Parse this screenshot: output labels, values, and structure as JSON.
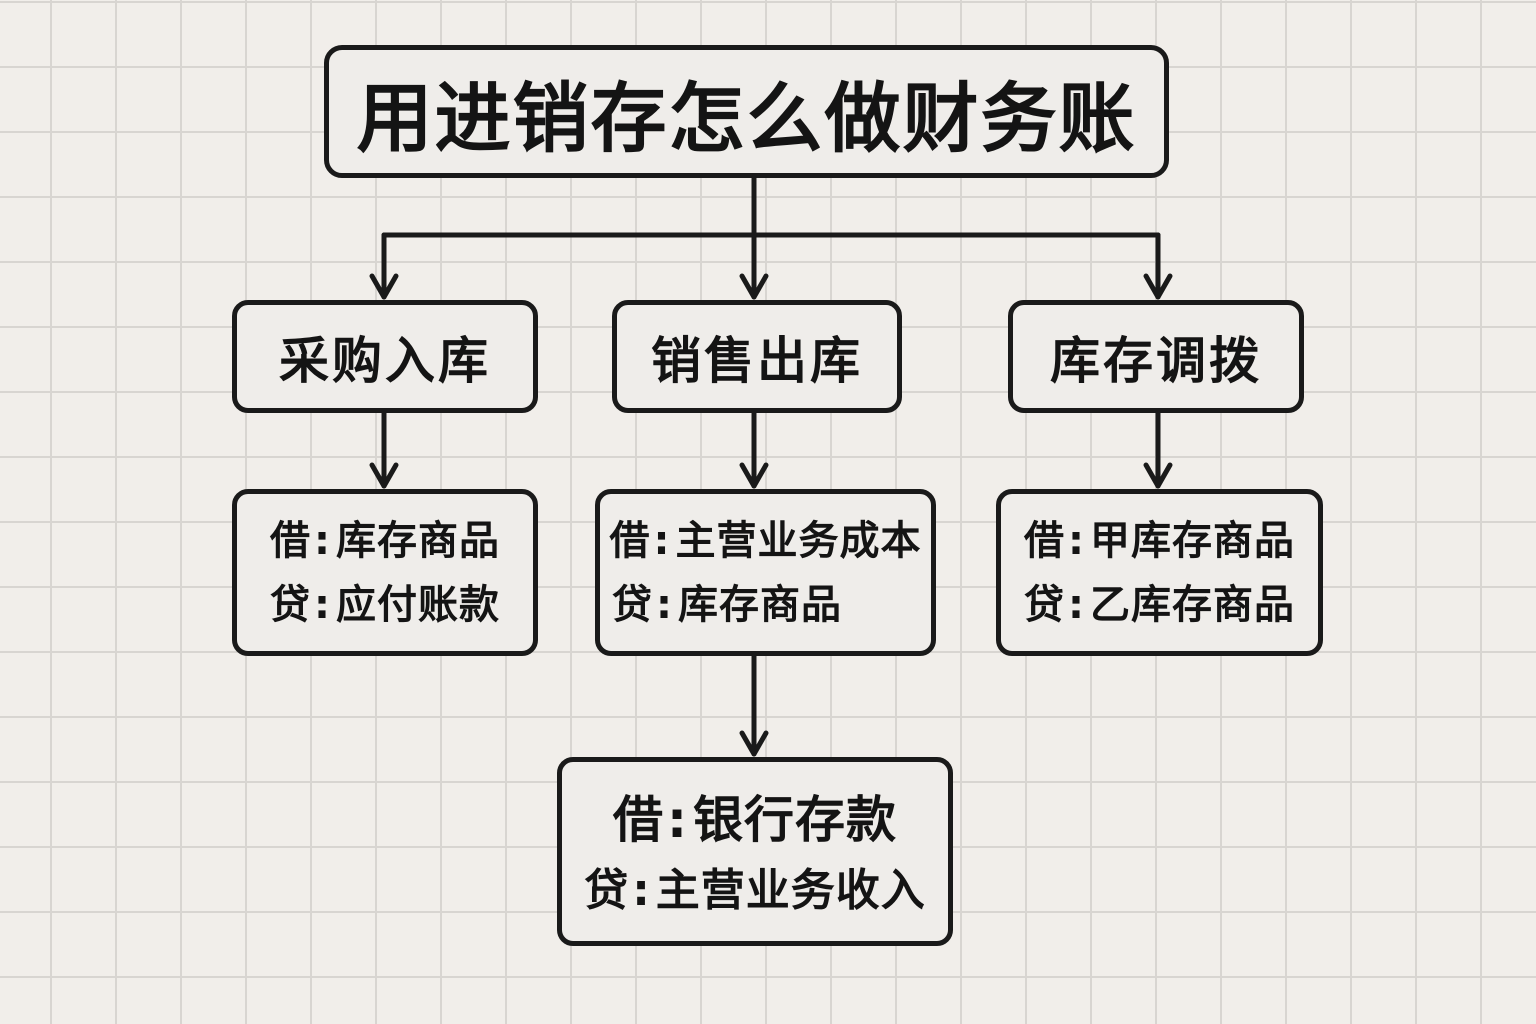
{
  "title": "用进销存怎么做财务账",
  "separator": ":",
  "categories": [
    {
      "id": "purchase",
      "label": "采购入库"
    },
    {
      "id": "sales",
      "label": "销售出库"
    },
    {
      "id": "transfer",
      "label": "库存调拨"
    }
  ],
  "entries": {
    "purchase": {
      "debit_label": "借",
      "debit_account": "库存商品",
      "credit_label": "贷",
      "credit_account": "应付账款"
    },
    "sales_cost": {
      "debit_label": "借",
      "debit_account": "主营业务成本",
      "credit_label": "贷",
      "credit_account": "库存商品"
    },
    "transfer": {
      "debit_label": "借",
      "debit_account": "甲库存商品",
      "credit_label": "贷",
      "credit_account": "乙库存商品"
    },
    "sales_revenue": {
      "debit_label": "借",
      "debit_account": "银行存款",
      "credit_label": "贷",
      "credit_account": "主营业务收入"
    }
  },
  "colors": {
    "background": "#f1eeea",
    "grid": "#d8d5d1",
    "stroke": "#1a1a1a",
    "box_fill": "#efedea",
    "text": "#141414"
  }
}
